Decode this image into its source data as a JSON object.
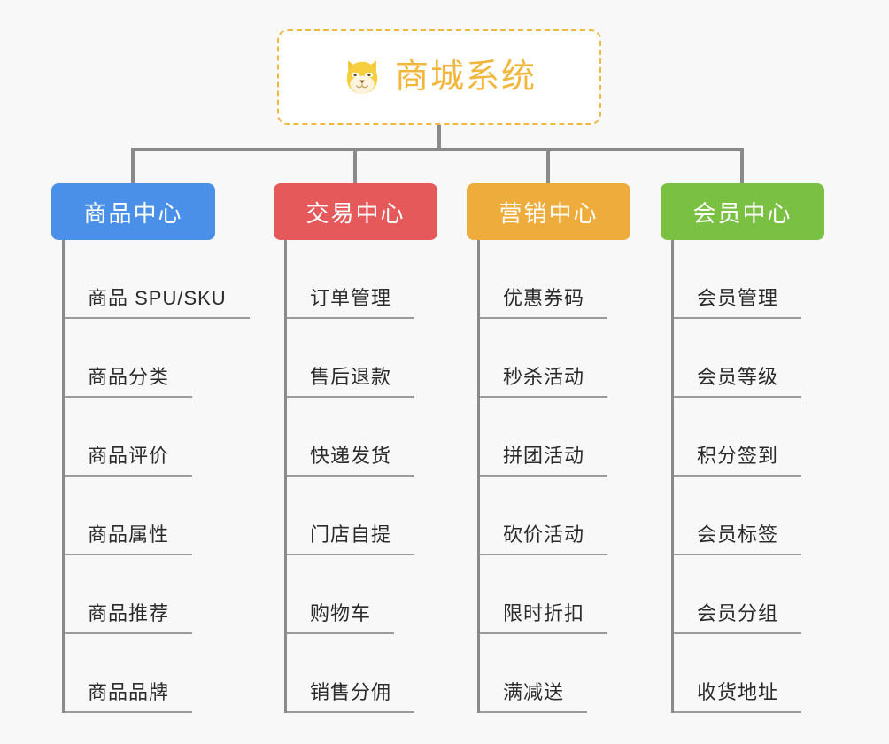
{
  "root": {
    "title": "商城系统",
    "icon": "dog-face-icon",
    "title_color": "#f2b63c",
    "border_color": "#f0b841"
  },
  "background_color": "#f8f8f8",
  "connector_color": "#8a8a8a",
  "columns": [
    {
      "id": "product-center",
      "label": "商品中心",
      "color": "#4a90e8",
      "items": [
        "商品 SPU/SKU",
        "商品分类",
        "商品评价",
        "商品属性",
        "商品推荐",
        "商品品牌"
      ]
    },
    {
      "id": "trade-center",
      "label": "交易中心",
      "color": "#e5595a",
      "items": [
        "订单管理",
        "售后退款",
        "快递发货",
        "门店自提",
        "购物车",
        "销售分佣"
      ]
    },
    {
      "id": "marketing-center",
      "label": "营销中心",
      "color": "#eeac3c",
      "items": [
        "优惠券码",
        "秒杀活动",
        "拼团活动",
        "砍价活动",
        "限时折扣",
        "满减送"
      ]
    },
    {
      "id": "member-center",
      "label": "会员中心",
      "color": "#7ac143",
      "items": [
        "会员管理",
        "会员等级",
        "积分签到",
        "会员标签",
        "会员分组",
        "收货地址"
      ]
    }
  ]
}
